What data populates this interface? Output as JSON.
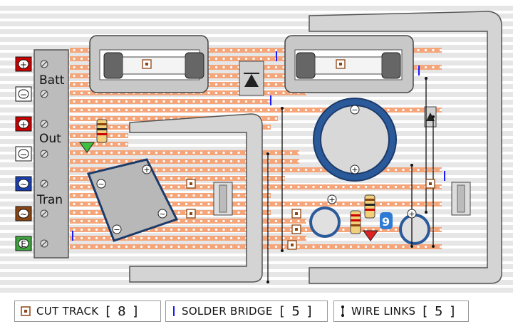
{
  "board": {
    "terminals": [
      {
        "symbol": "+",
        "color": "#cc0000"
      },
      {
        "symbol": "−",
        "color": "#ffffff"
      },
      {
        "symbol": "+",
        "color": "#cc0000"
      },
      {
        "symbol": "−",
        "color": "#ffffff"
      },
      {
        "symbol": "~",
        "color": "#1a3fb0"
      },
      {
        "symbol": "~",
        "color": "#8b4513"
      },
      {
        "symbol": "E",
        "color": "#3fa63f"
      }
    ],
    "terminal_labels": {
      "batt": "Batt",
      "out": "Out",
      "tran": "Tran"
    },
    "capacitor_marks": {
      "plus": "+",
      "minus": "−"
    },
    "regulator_label": "9",
    "rectifier_marks": {
      "plus": "+",
      "minus": "−",
      "ac1": "~",
      "ac2": "~"
    }
  },
  "legend": {
    "cut_track": {
      "label": "CUT TRACK",
      "count": "[ 8 ]"
    },
    "solder_bridge": {
      "label": "SOLDER BRIDGE",
      "count": "[ 5 ]"
    },
    "wire_links": {
      "label": "WIRE LINKS",
      "count": "[ 5 ]"
    }
  },
  "colors": {
    "track": "#f4a57a",
    "hole": "#ffffff",
    "grid_bg": "#e6e6e6",
    "heatsink": "#d0d0d0",
    "cap_ring": "#2b5a9a",
    "cut": "#8b4513",
    "bridge": "#1a1aff"
  }
}
